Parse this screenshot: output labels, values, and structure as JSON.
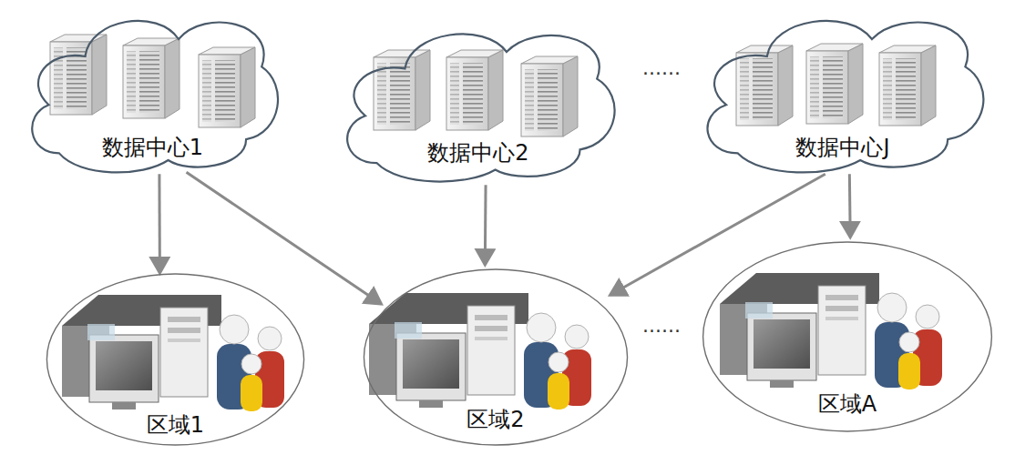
{
  "diagram": {
    "nodes": [
      {
        "text": [
          "数据中心1"
        ]
      },
      {
        "text": [
          "数据中心2"
        ]
      },
      {
        "text": [
          "数据中心J"
        ]
      },
      {
        "text": [
          "区域1"
        ]
      },
      {
        "text": [
          "区域2"
        ]
      },
      {
        "text": [
          "区域A"
        ]
      }
    ],
    "edges": [
      {
        "from": 0,
        "to": 3,
        "arrow": "to"
      },
      {
        "from": 0,
        "to": 4,
        "arrow": "to"
      },
      {
        "from": 1,
        "to": 4,
        "arrow": "to"
      },
      {
        "from": 2,
        "to": 4,
        "arrow": "to"
      },
      {
        "from": 2,
        "to": 5,
        "arrow": "to"
      }
    ],
    "labels": [
      "......",
      "......"
    ]
  }
}
